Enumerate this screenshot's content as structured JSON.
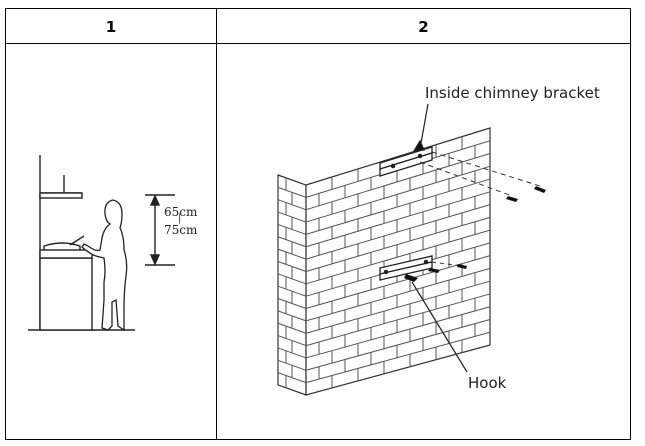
{
  "table": {
    "col1_header": "1",
    "col2_header": "2"
  },
  "figure1": {
    "height_min": "65cm",
    "height_max": "75cm"
  },
  "figure2": {
    "bracket_label": "Inside chimney bracket",
    "hook_label": "Hook"
  }
}
